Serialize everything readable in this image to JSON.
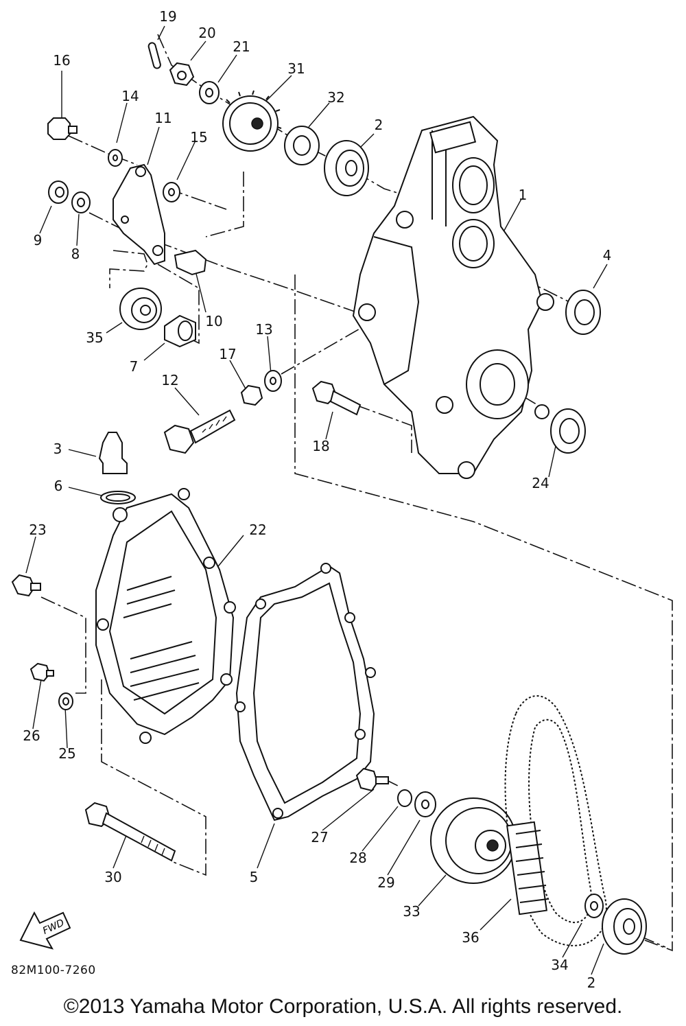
{
  "diagram": {
    "callouts": [
      {
        "id": "c19",
        "text": "19"
      },
      {
        "id": "c20",
        "text": "20"
      },
      {
        "id": "c21",
        "text": "21"
      },
      {
        "id": "c31",
        "text": "31"
      },
      {
        "id": "c32",
        "text": "32"
      },
      {
        "id": "c2a",
        "text": "2"
      },
      {
        "id": "c16",
        "text": "16"
      },
      {
        "id": "c14",
        "text": "14"
      },
      {
        "id": "c11",
        "text": "11"
      },
      {
        "id": "c15",
        "text": "15"
      },
      {
        "id": "c1",
        "text": "1"
      },
      {
        "id": "c9",
        "text": "9"
      },
      {
        "id": "c8",
        "text": "8"
      },
      {
        "id": "c4",
        "text": "4"
      },
      {
        "id": "c10",
        "text": "10"
      },
      {
        "id": "c35",
        "text": "35"
      },
      {
        "id": "c13",
        "text": "13"
      },
      {
        "id": "c17",
        "text": "17"
      },
      {
        "id": "c7",
        "text": "7"
      },
      {
        "id": "c12",
        "text": "12"
      },
      {
        "id": "c18",
        "text": "18"
      },
      {
        "id": "c24",
        "text": "24"
      },
      {
        "id": "c3",
        "text": "3"
      },
      {
        "id": "c6",
        "text": "6"
      },
      {
        "id": "c23",
        "text": "23"
      },
      {
        "id": "c22",
        "text": "22"
      },
      {
        "id": "c26",
        "text": "26"
      },
      {
        "id": "c25",
        "text": "25"
      },
      {
        "id": "c27",
        "text": "27"
      },
      {
        "id": "c28",
        "text": "28"
      },
      {
        "id": "c29",
        "text": "29"
      },
      {
        "id": "c30",
        "text": "30"
      },
      {
        "id": "c5",
        "text": "5"
      },
      {
        "id": "c33",
        "text": "33"
      },
      {
        "id": "c36",
        "text": "36"
      },
      {
        "id": "c34",
        "text": "34"
      },
      {
        "id": "c2b",
        "text": "2"
      }
    ],
    "fwd_label": "FWD",
    "diagram_code": "82M100-7260"
  },
  "footer": {
    "copyright": "©2013 Yamaha Motor Corporation, U.S.A. All rights reserved."
  }
}
